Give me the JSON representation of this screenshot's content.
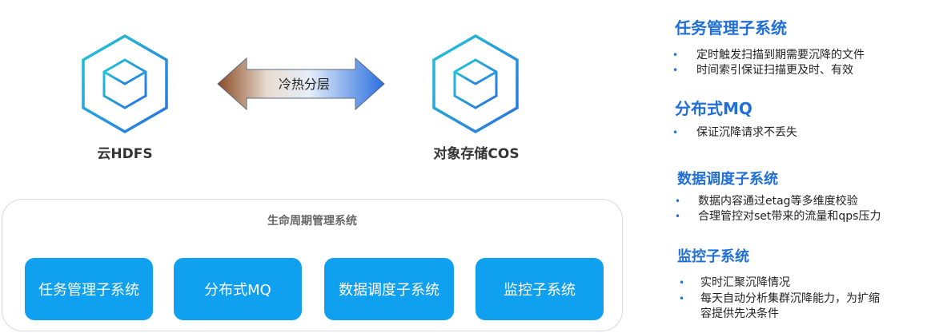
{
  "storage": {
    "left_label": "云HDFS",
    "right_label": "对象存储COS",
    "arrow_label": "冷热分层"
  },
  "lifecycle": {
    "title": "生命周期管理系统",
    "subsystems": [
      "任务管理子系统",
      "分布式MQ",
      "数据调度子系统",
      "监控子系统"
    ]
  },
  "sections": [
    {
      "title": "任务管理子系统",
      "bullets": [
        "定时触发扫描到期需要沉降的文件",
        "时间索引保证扫描更及时、有效"
      ]
    },
    {
      "title": "分布式MQ",
      "bullets": [
        "保证沉降请求不丢失"
      ]
    },
    {
      "title": "数据调度子系统",
      "bullets": [
        "数据内容通过etag等多维度校验",
        "合理管控对set带来的流量和qps压力"
      ]
    },
    {
      "title": "监控子系统",
      "bullets": [
        "实时汇聚沉降情况",
        "每天自动分析集群沉降能力，为扩缩",
        "容提供先决条件"
      ]
    }
  ],
  "colors": {
    "accent": "#1f6fd6",
    "subsystem_fill": "#10a0f0",
    "arrow_left": "#8a4a22",
    "arrow_right": "#2a6fe0"
  }
}
